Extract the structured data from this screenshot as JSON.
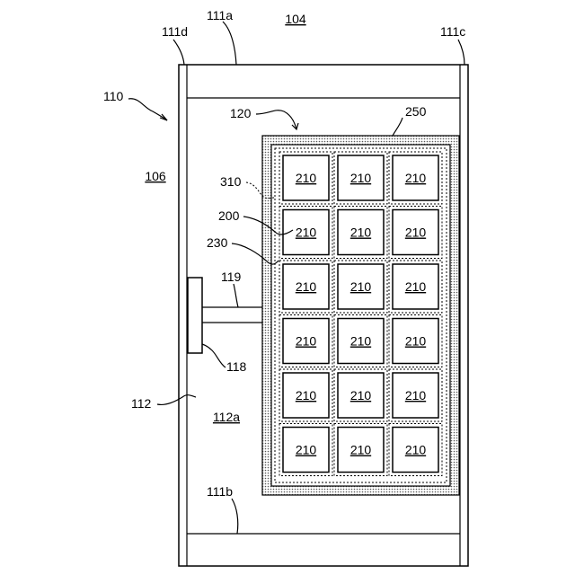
{
  "labels": {
    "l104": "104",
    "l106": "106",
    "l110": "110",
    "l111a": "111a",
    "l111b": "111b",
    "l111c": "111c",
    "l111d": "111d",
    "l112": "112",
    "l112a": "112a",
    "l118": "118",
    "l119": "119",
    "l120": "120",
    "l200": "200",
    "l230": "230",
    "l250": "250",
    "l310": "310"
  },
  "grid": {
    "rows": 6,
    "cols": 3,
    "cell_label": "210"
  }
}
